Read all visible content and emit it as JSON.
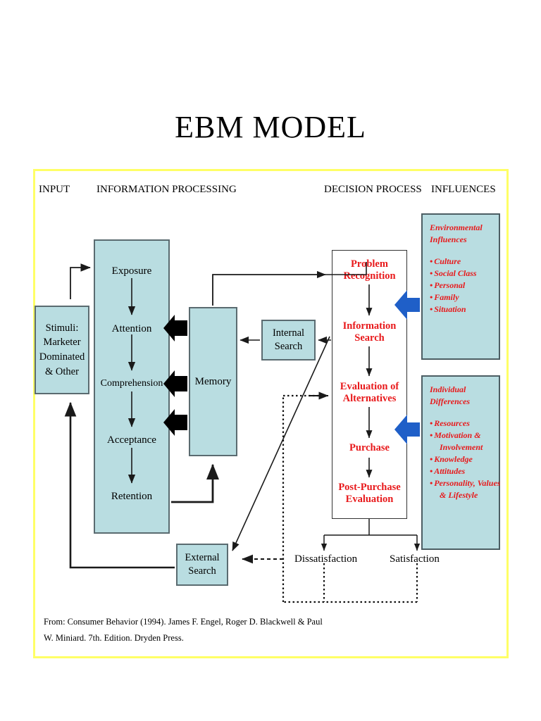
{
  "title": "EBM MODEL",
  "frame": {
    "border_color": "#ffff66"
  },
  "colors": {
    "box_fill": "#b9dde1",
    "red_text": "#e8191b",
    "blue_arrow": "#1f5fc8",
    "frame": "#ffff66"
  },
  "column_headers": [
    {
      "label": "INPUT"
    },
    {
      "label": "INFORMATION PROCESSING"
    },
    {
      "label": "DECISION PROCESS"
    },
    {
      "label": "INFLUENCES"
    }
  ],
  "input": {
    "stimuli_box": "Stimuli:\nMarketer\nDominated\n& Other",
    "stimuli_lines": [
      "Stimuli:",
      "Marketer",
      "Dominated",
      "& Other"
    ]
  },
  "information_processing": {
    "stages": [
      "Exposure",
      "Attention",
      "Comprehension",
      "Acceptance",
      "Retention"
    ],
    "memory_label": "Memory",
    "internal_search_label": "Internal\nSearch",
    "internal_search_lines": [
      "Internal",
      "Search"
    ],
    "external_search_label": "External\nSearch",
    "external_search_lines": [
      "External",
      "Search"
    ]
  },
  "decision_process": {
    "stages": [
      {
        "lines": [
          "Problem",
          "Recognition"
        ]
      },
      {
        "lines": [
          "Information",
          "Search"
        ]
      },
      {
        "lines": [
          "Evaluation of",
          "Alternatives"
        ]
      },
      {
        "lines": [
          "Purchase"
        ]
      },
      {
        "lines": [
          "Post-Purchase",
          "Evaluation"
        ]
      }
    ]
  },
  "outcomes": [
    {
      "label": "Dissatisfaction"
    },
    {
      "label": "Satisfaction"
    }
  ],
  "influences": [
    {
      "title_lines": [
        "Environmental",
        "Influences"
      ],
      "items": [
        {
          "text": "Culture",
          "indent": false
        },
        {
          "text": "Social Class",
          "indent": false
        },
        {
          "text": "Personal",
          "indent": false
        },
        {
          "text": "Family",
          "indent": false
        },
        {
          "text": "Situation",
          "indent": false
        }
      ]
    },
    {
      "title_lines": [
        "Individual",
        "Differences"
      ],
      "items": [
        {
          "text": "Resources",
          "indent": false
        },
        {
          "text": "Motivation &",
          "indent": false
        },
        {
          "text": "Involvement",
          "indent": true
        },
        {
          "text": "Knowledge",
          "indent": false
        },
        {
          "text": "Attitudes",
          "indent": false
        },
        {
          "text": "Personality, Values",
          "indent": false
        },
        {
          "text": "& Lifestyle",
          "indent": true
        }
      ]
    }
  ],
  "citation": {
    "line1": "From: Consumer Behavior (1994). James F. Engel, Roger D. Blackwell & Paul",
    "line2": "W. Miniard.  7th. Edition.  Dryden Press."
  }
}
